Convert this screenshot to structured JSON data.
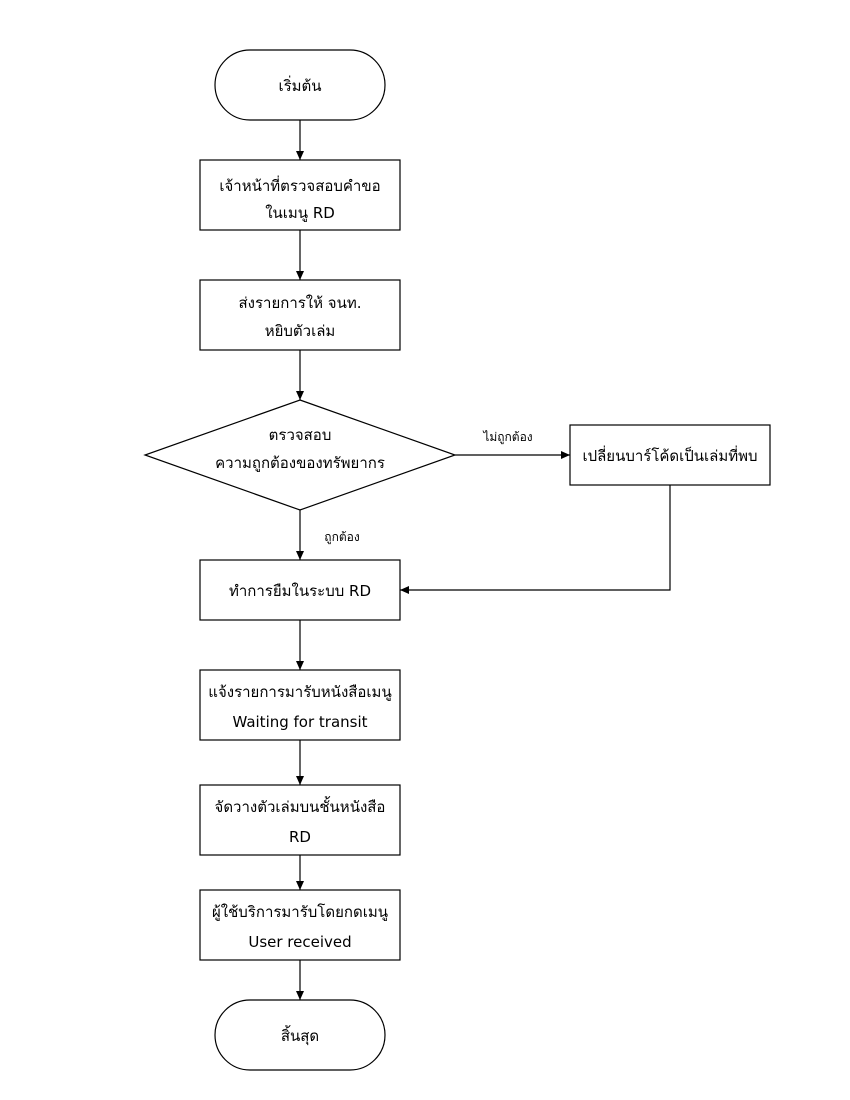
{
  "nodes": {
    "start": {
      "text": "เริ่มต้น"
    },
    "check_request": {
      "line1": "เจ้าหน้าที่ตรวจสอบคำขอ",
      "line2": "ในเมนู RD"
    },
    "send_list": {
      "line1": "ส่งรายการให้ จนท.",
      "line2": "หยิบตัวเล่ม"
    },
    "decision": {
      "line1": "ตรวจสอบ",
      "line2": "ความถูกต้องของทรัพยากร"
    },
    "change_barcode": {
      "text": "เปลี่ยนบาร์โค้ดเป็นเล่มที่พบ"
    },
    "borrow": {
      "text": "ทำการยืมในระบบ RD"
    },
    "notify": {
      "line1": "แจ้งรายการมารับหนังสือเมนู",
      "line2": "Waiting for transit"
    },
    "place_shelf": {
      "line1": "จัดวางตัวเล่มบนชั้นหนังสือ",
      "line2": "RD"
    },
    "user_receive": {
      "line1": "ผู้ใช้บริการมารับโดยกดเมนู",
      "line2": "User received"
    },
    "end": {
      "text": "สิ้นสุด"
    }
  },
  "edges": {
    "incorrect_label": "ไม่ถูกต้อง",
    "correct_label": "ถูกต้อง"
  }
}
